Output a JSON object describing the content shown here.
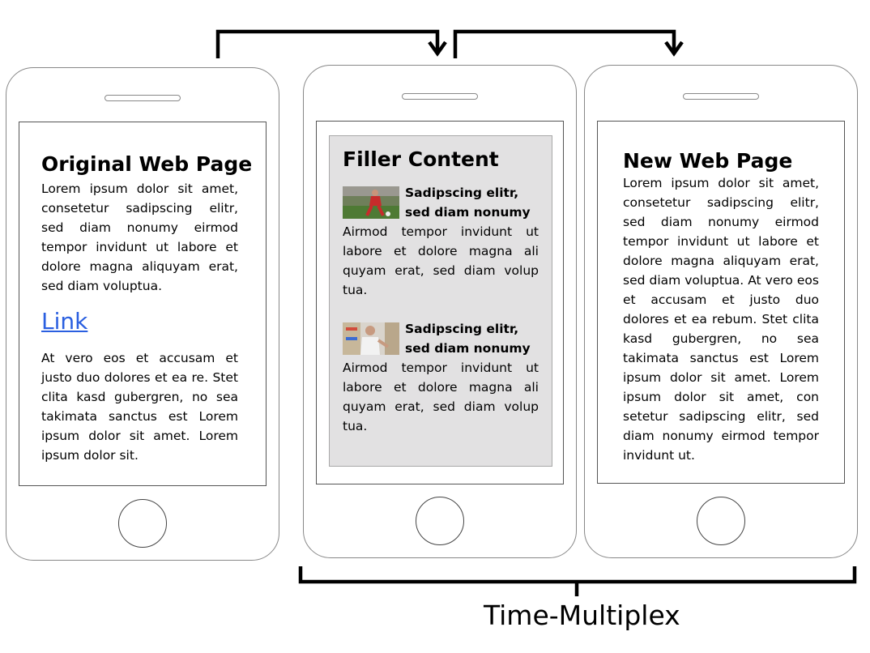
{
  "phones": {
    "original": {
      "title": "Original Web Page",
      "paragraph1": "Lorem ipsum dolor sit amet, consetetur sadipscing elitr, sed diam nonumy eirmod tempor invidunt ut labore et dolore magna aliquyam erat, sed diam voluptua.",
      "link": "Link",
      "paragraph2": "At vero eos et accusam et justo duo dolores et ea re. Stet clita kasd gubergren, no sea takimata sanctus est Lorem ipsum dolor sit amet. Lorem ipsum dolor sit."
    },
    "filler": {
      "title": "Filler Content",
      "items": [
        {
          "heading": "Sadipscing elitr, sed diam nonumy",
          "body": "Airmod tempor invidunt ut labore et dolore magna ali quyam erat, sed diam volup tua.",
          "thumb_icon": "soccer-player-thumbnail"
        },
        {
          "heading": "Sadipscing elitr, sed diam nonumy",
          "body": "Airmod tempor invidunt ut labore et dolore magna ali quyam erat, sed diam volup tua.",
          "thumb_icon": "shopper-thumbnail"
        }
      ]
    },
    "new": {
      "title": "New Web Page",
      "paragraph": "Lorem ipsum dolor sit amet, consetetur sadipscing elitr, sed diam nonumy eirmod tempor invidunt ut labore et dolore magna aliquyam erat, sed diam voluptua. At vero eos et accusam et justo duo dolores et ea rebum. Stet clita kasd gubergren, no sea takimata sanctus est Lorem ipsum dolor sit amet. Lorem ipsum dolor sit amet, con setetur sadipscing elitr, sed diam nonumy eirmod tempor invidunt ut."
    }
  },
  "caption": "Time-Multiplex",
  "colors": {
    "link": "#2a5fe0",
    "filler_background": "#e2e1e2",
    "phone_outline": "#888888"
  }
}
